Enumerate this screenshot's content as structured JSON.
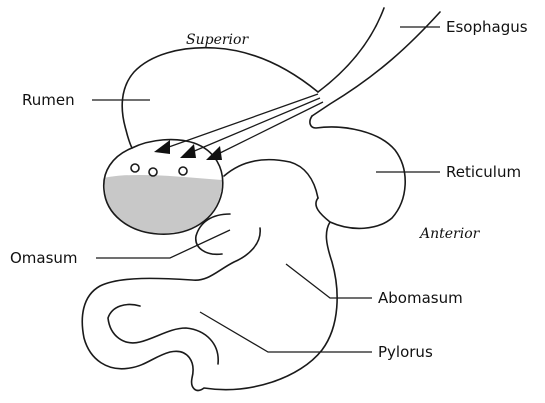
{
  "labels": {
    "esophagus": "Esophagus",
    "superior": "Superior",
    "rumen": "Rumen",
    "reticulum": "Reticulum",
    "anterior": "Anterior",
    "omasum": "Omasum",
    "abomasum": "Abomasum",
    "pylorus": "Pylorus"
  },
  "colors": {
    "outline": "#1a1a1a",
    "fluid": "#c8c8c8"
  }
}
